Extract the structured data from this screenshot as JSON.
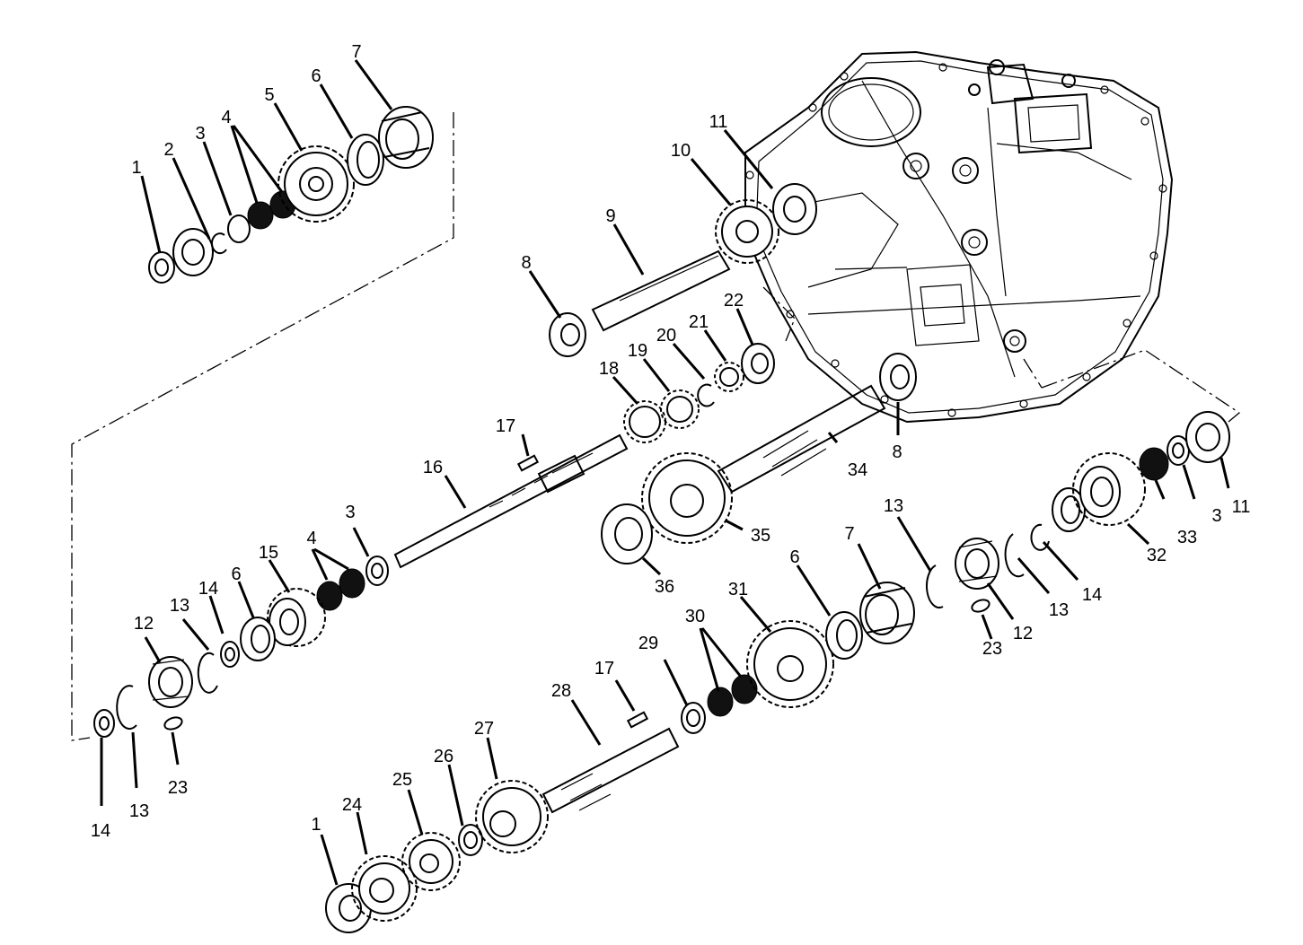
{
  "figure": {
    "labels": [
      {
        "id": "l1a",
        "text": "1"
      },
      {
        "id": "l2",
        "text": "2"
      },
      {
        "id": "l3a",
        "text": "3"
      },
      {
        "id": "l4a",
        "text": "4"
      },
      {
        "id": "l5",
        "text": "5"
      },
      {
        "id": "l6a",
        "text": "6"
      },
      {
        "id": "l7a",
        "text": "7"
      },
      {
        "id": "l8a",
        "text": "8"
      },
      {
        "id": "l9",
        "text": "9"
      },
      {
        "id": "l10",
        "text": "10"
      },
      {
        "id": "l11a",
        "text": "11"
      },
      {
        "id": "l22",
        "text": "22"
      },
      {
        "id": "l21",
        "text": "21"
      },
      {
        "id": "l20",
        "text": "20"
      },
      {
        "id": "l19",
        "text": "19"
      },
      {
        "id": "l18",
        "text": "18"
      },
      {
        "id": "l17a",
        "text": "17"
      },
      {
        "id": "l16",
        "text": "16"
      },
      {
        "id": "l8b",
        "text": "8"
      },
      {
        "id": "l34",
        "text": "34"
      },
      {
        "id": "l35",
        "text": "35"
      },
      {
        "id": "l36",
        "text": "36"
      },
      {
        "id": "l3b",
        "text": "3"
      },
      {
        "id": "l4b",
        "text": "4"
      },
      {
        "id": "l15",
        "text": "15"
      },
      {
        "id": "l6b",
        "text": "6"
      },
      {
        "id": "l14a",
        "text": "14"
      },
      {
        "id": "l13a",
        "text": "13"
      },
      {
        "id": "l12a",
        "text": "12"
      },
      {
        "id": "l14b",
        "text": "14"
      },
      {
        "id": "l13b",
        "text": "13"
      },
      {
        "id": "l23a",
        "text": "23"
      },
      {
        "id": "l13c",
        "text": "13"
      },
      {
        "id": "l7b",
        "text": "7"
      },
      {
        "id": "l6c",
        "text": "6"
      },
      {
        "id": "l31",
        "text": "31"
      },
      {
        "id": "l30",
        "text": "30"
      },
      {
        "id": "l29",
        "text": "29"
      },
      {
        "id": "l17b",
        "text": "17"
      },
      {
        "id": "l28",
        "text": "28"
      },
      {
        "id": "l27",
        "text": "27"
      },
      {
        "id": "l26",
        "text": "26"
      },
      {
        "id": "l25",
        "text": "25"
      },
      {
        "id": "l24",
        "text": "24"
      },
      {
        "id": "l1b",
        "text": "1"
      },
      {
        "id": "l11b",
        "text": "11"
      },
      {
        "id": "l3c",
        "text": "3"
      },
      {
        "id": "l33",
        "text": "33"
      },
      {
        "id": "l32",
        "text": "32"
      },
      {
        "id": "l14c",
        "text": "14"
      },
      {
        "id": "l13d",
        "text": "13"
      },
      {
        "id": "l12b",
        "text": "12"
      },
      {
        "id": "l23b",
        "text": "23"
      }
    ]
  }
}
